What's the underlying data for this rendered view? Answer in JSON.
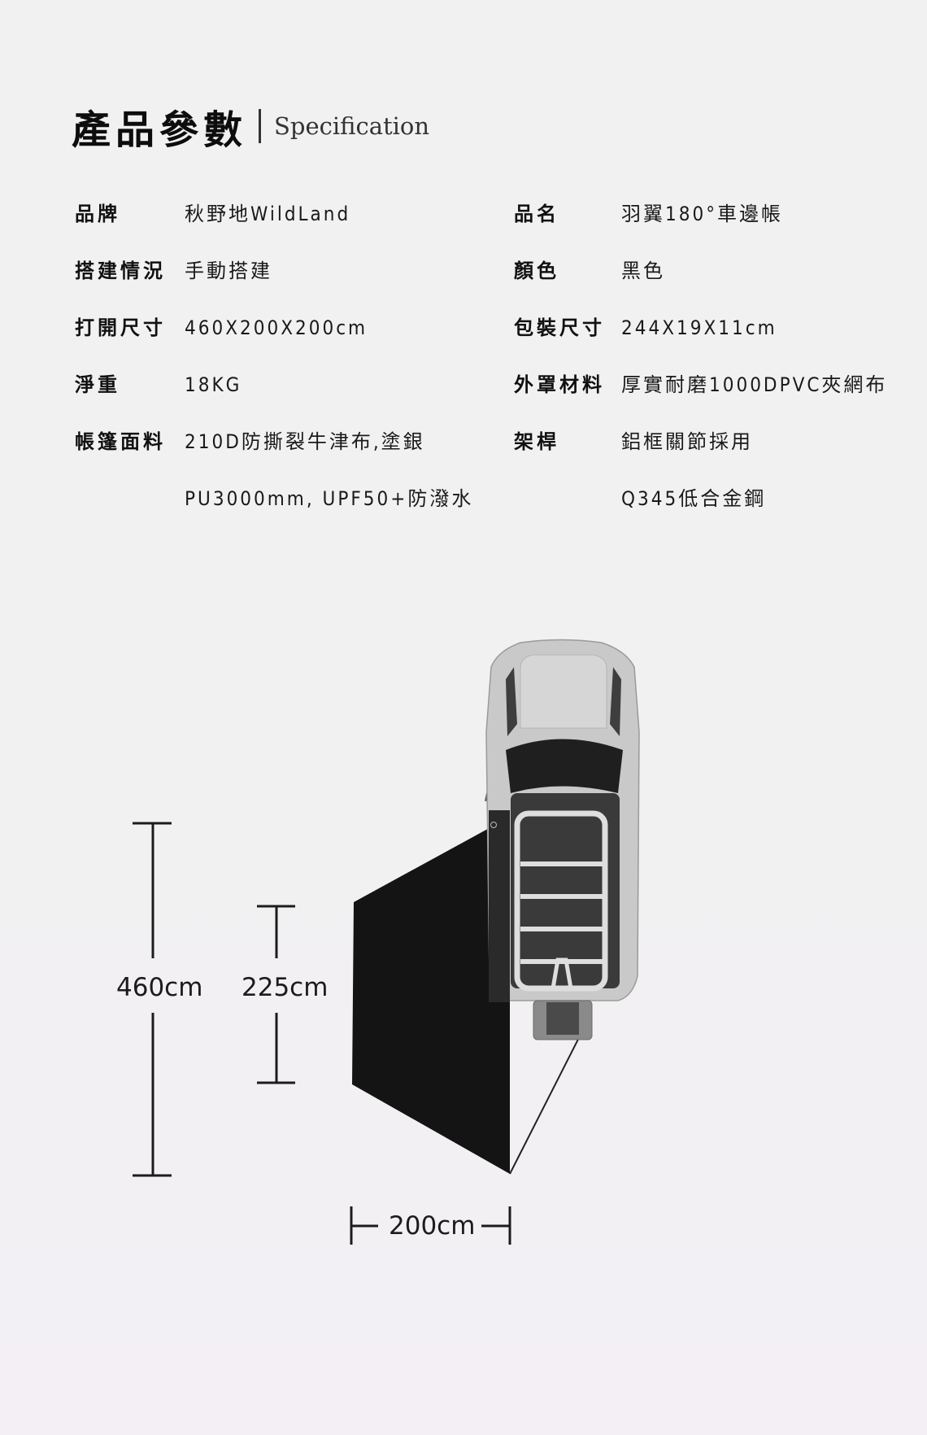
{
  "header": {
    "title_zh": "產品參數",
    "title_en": "Specification"
  },
  "specs": {
    "left": [
      {
        "label": "品牌",
        "value": "秋野地WildLand"
      },
      {
        "label": "搭建情況",
        "value": "手動搭建"
      },
      {
        "label": "打開尺寸",
        "value": "460X200X200cm"
      },
      {
        "label": "淨重",
        "value": "18KG"
      },
      {
        "label": "帳篷面料",
        "value": "210D防撕裂牛津布,塗銀",
        "value2": "PU3000mm, UPF50+防潑水"
      }
    ],
    "right": [
      {
        "label": "品名",
        "value": "羽翼180°車邊帳"
      },
      {
        "label": "顏色",
        "value": "黑色"
      },
      {
        "label": "包裝尺寸",
        "value": "244X19X11cm"
      },
      {
        "label": "外罩材料",
        "value": "厚實耐磨1000DPVC夾網布"
      },
      {
        "label": "架桿",
        "value": "鋁框關節採用",
        "value2": "Q345低合金鋼"
      }
    ]
  },
  "diagram": {
    "dimensions": {
      "length": "460cm",
      "height": "225cm",
      "width": "200cm"
    },
    "colors": {
      "awning": "#141414",
      "car_body": "#c9c9c9",
      "car_dark": "#3a3a3a",
      "line": "#1c1c1c"
    }
  }
}
